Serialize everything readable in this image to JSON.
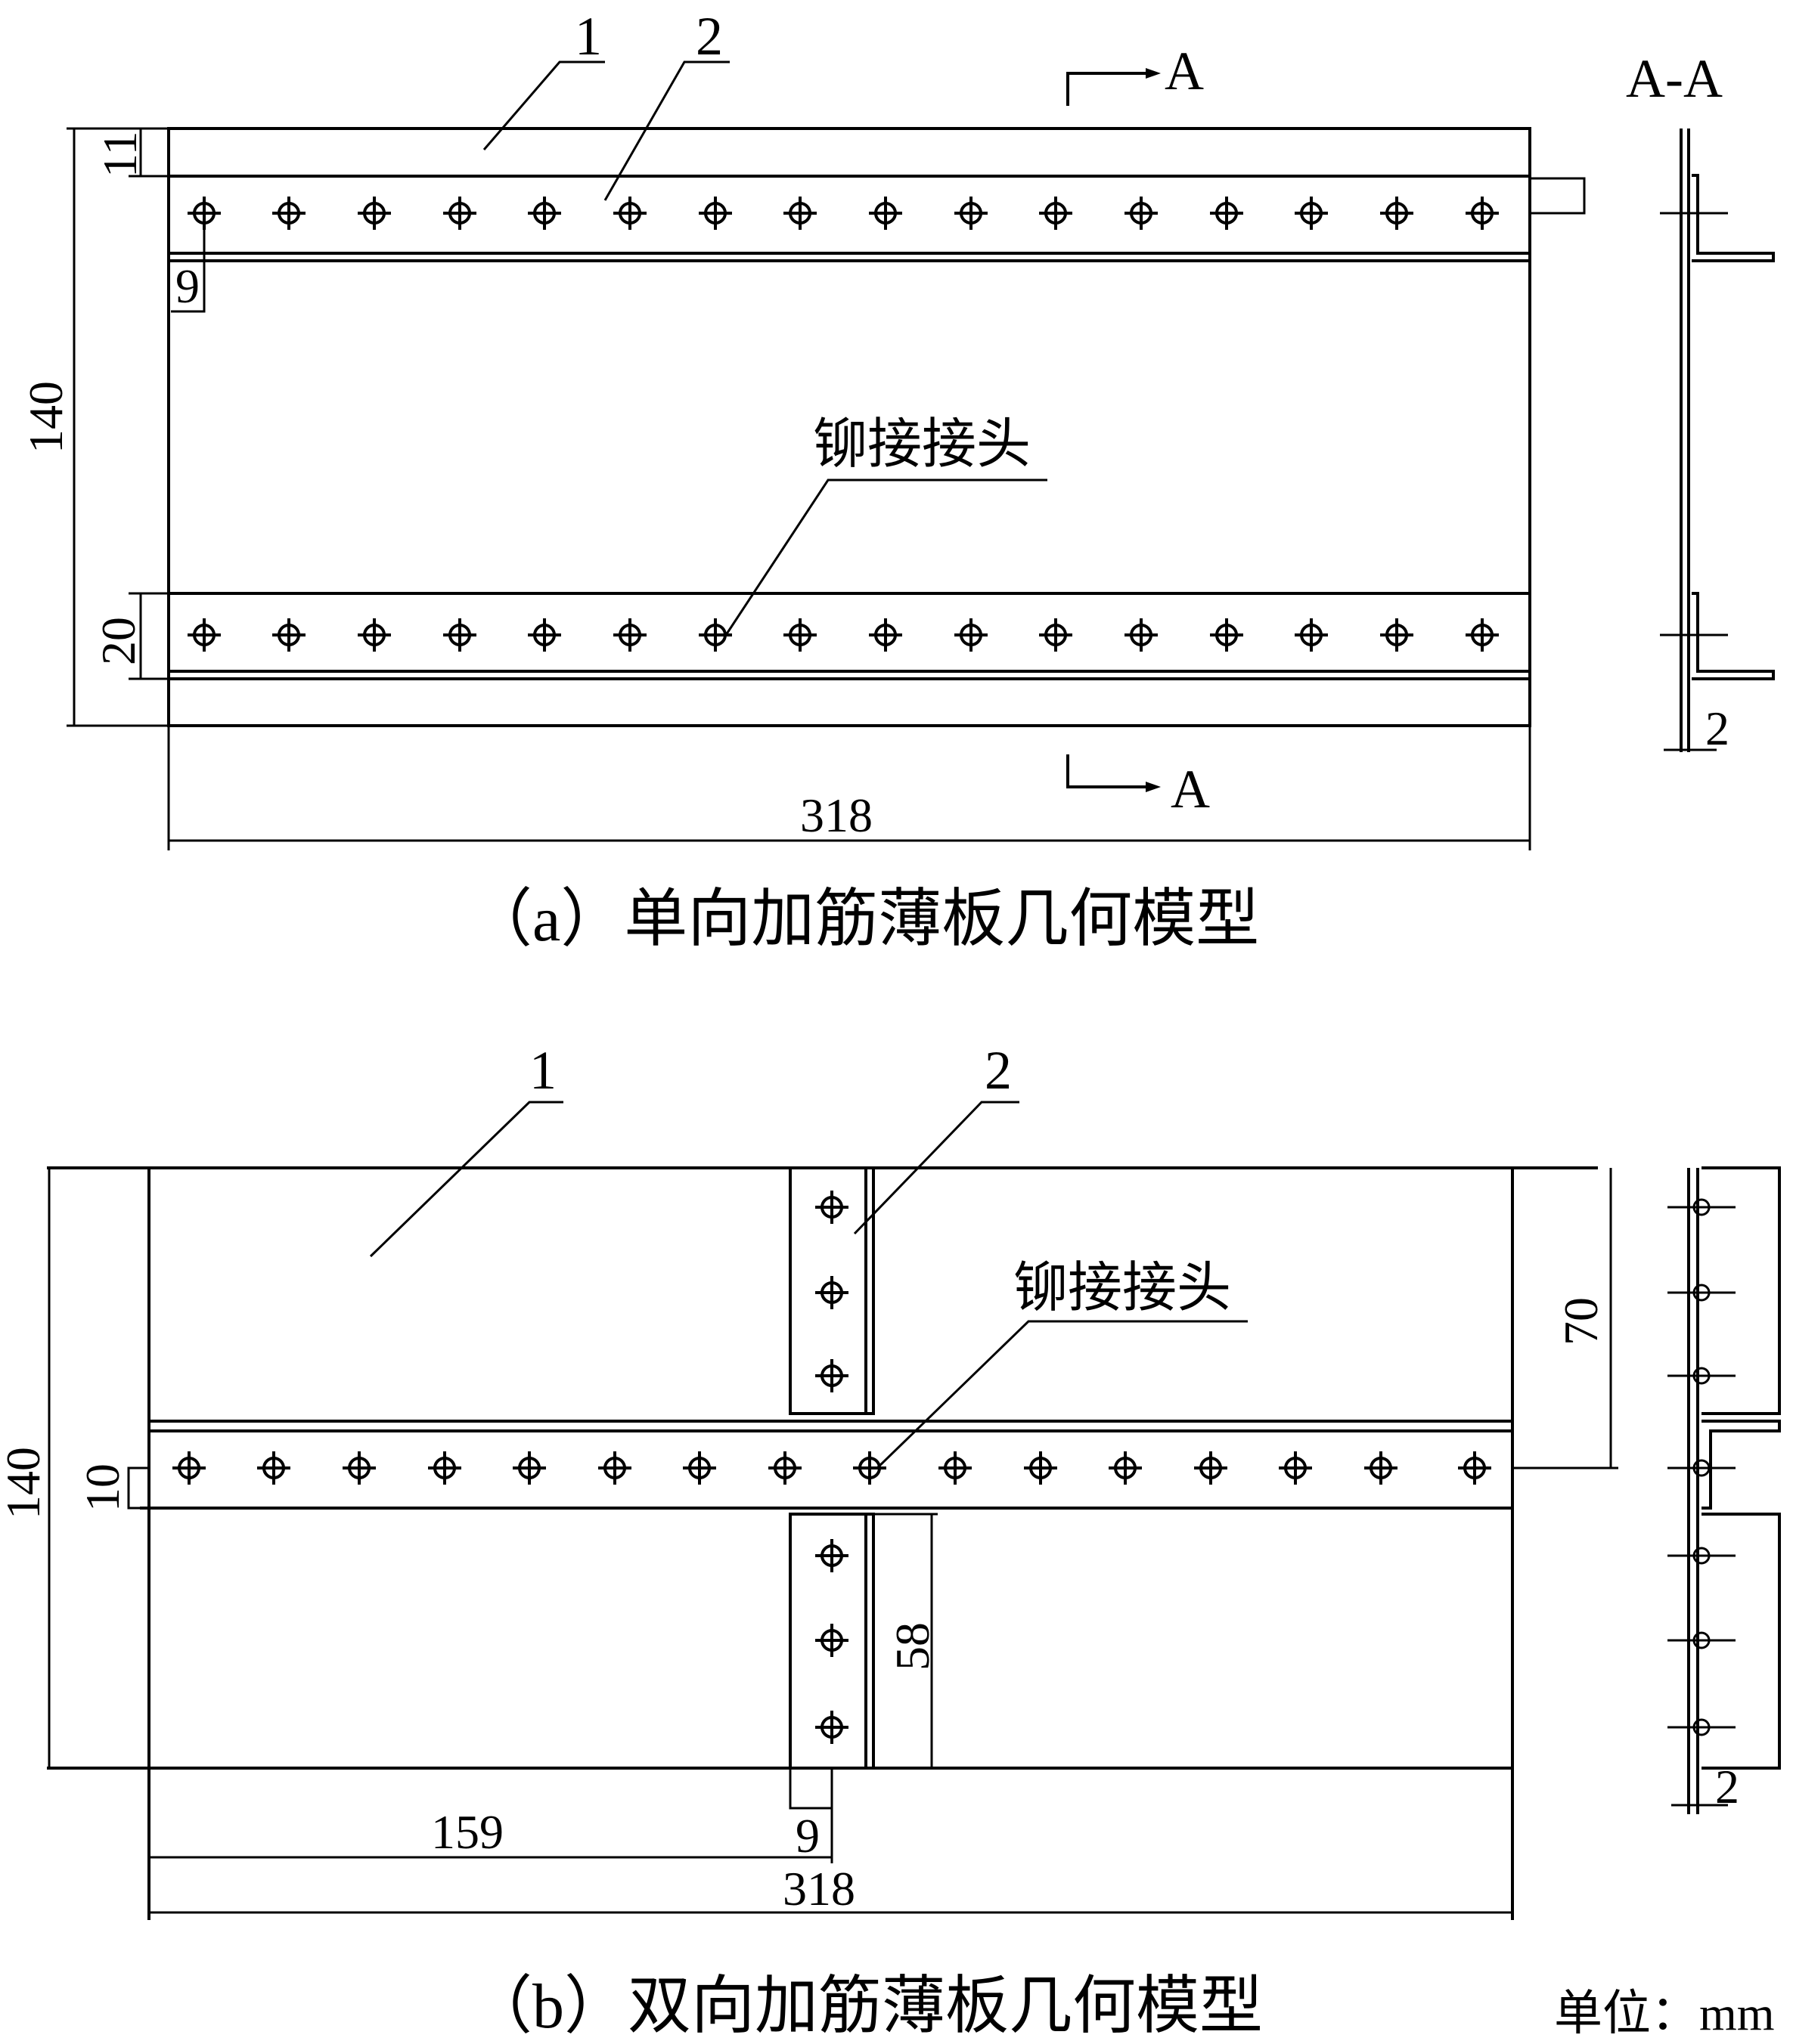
{
  "panel_a": {
    "label_plate": "1",
    "label_stiffener": "2",
    "section_mark_top": "A",
    "section_mark_bottom": "A",
    "section_title": "A-A",
    "rivet_label": "铆接接头",
    "dim_width": "318",
    "dim_height": "140",
    "dim_top_offset": "11",
    "dim_rivet_edge": "9",
    "dim_stiffener_width": "20",
    "dim_thickness": "2",
    "caption": "（a）单向加筋薄板几何模型"
  },
  "panel_b": {
    "label_plate": "1",
    "label_stiffener": "2",
    "rivet_label": "铆接接头",
    "dim_width": "318",
    "dim_height": "140",
    "dim_half_height": "70",
    "dim_stiffener_width": "10",
    "dim_vertical_stiffener": "58",
    "dim_half_width": "159",
    "dim_rivet_edge": "9",
    "dim_thickness": "2",
    "caption": "（b）双向加筋薄板几何模型"
  },
  "unit_note": "单位：mm"
}
